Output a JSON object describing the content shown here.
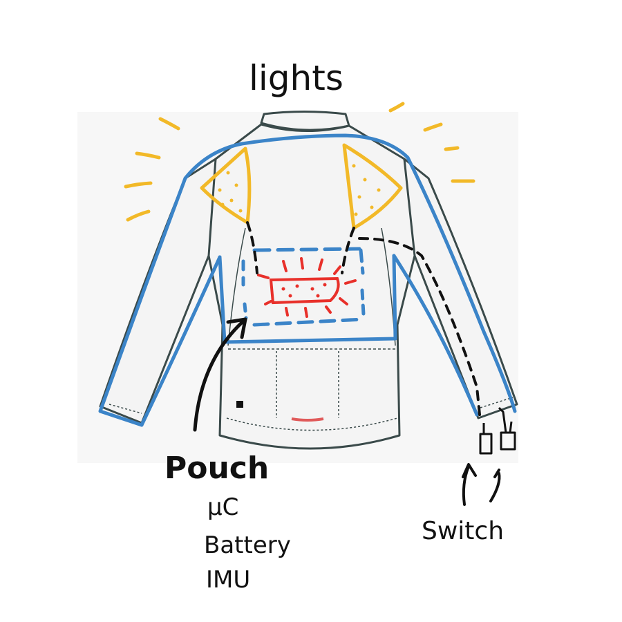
{
  "labels": {
    "title": "lights",
    "pouch": "Pouch",
    "pouch_items": [
      "μC",
      "Battery",
      "IMU"
    ],
    "switch": "Switch"
  },
  "colors": {
    "garment_outline": "#3a4a4a",
    "garment_fill": "#f4f4f4",
    "backdrop": "#f7f7f7",
    "panel_outline": "#3b84c8",
    "light_panel": "#f2b928",
    "light_rays": "#f2b928",
    "pouch_outline": "#3b84c8",
    "battery_pack": "#e8302a",
    "wiring": "#111111",
    "pocket_accent": "#e05a5a"
  }
}
